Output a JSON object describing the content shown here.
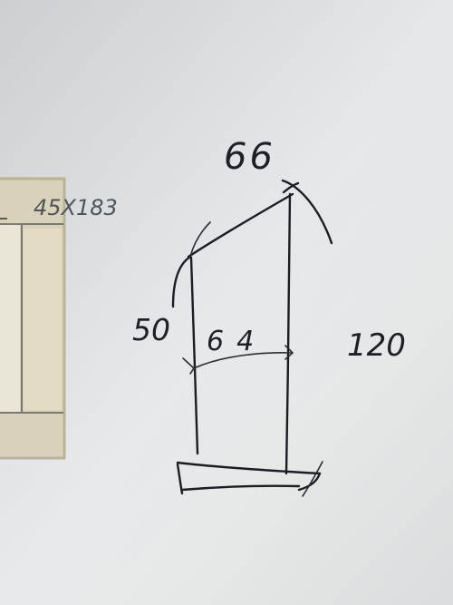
{
  "annotations": {
    "top_width": "66",
    "left_height": "50",
    "inner_width": "64",
    "right_height": "120",
    "printed_size": "45X183"
  }
}
